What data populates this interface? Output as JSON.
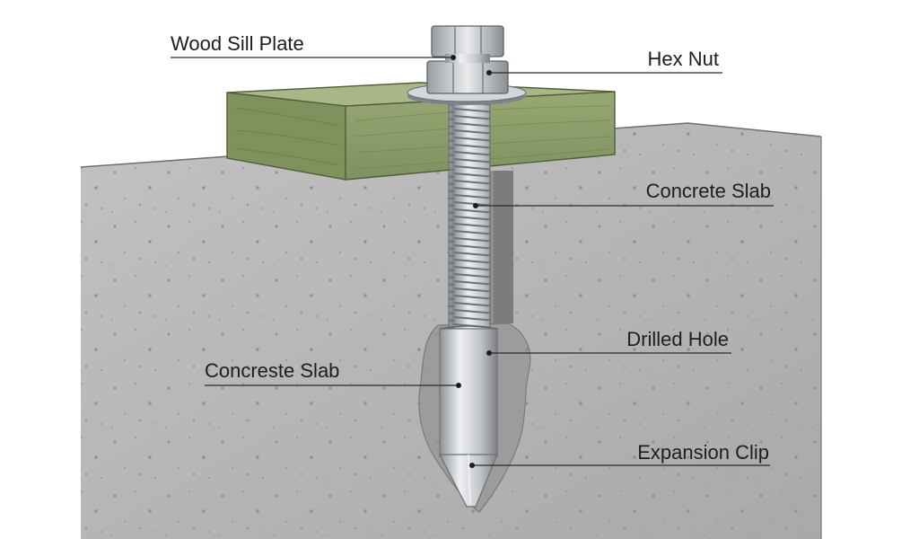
{
  "labels": {
    "wood_sill_plate": "Wood Sill Plate",
    "hex_nut": "Hex Nut",
    "concrete_slab_right": "Concrete Slab",
    "drilled_hole": "Drilled Hole",
    "concrete_slab_left": "Concreste Slab",
    "expansion_clip": "Expansion Clip"
  },
  "colors": {
    "concrete": "#b9b9b9",
    "wood": "#8e9f6c",
    "steel": "#c9cccf",
    "leader": "#2a2a2a"
  }
}
